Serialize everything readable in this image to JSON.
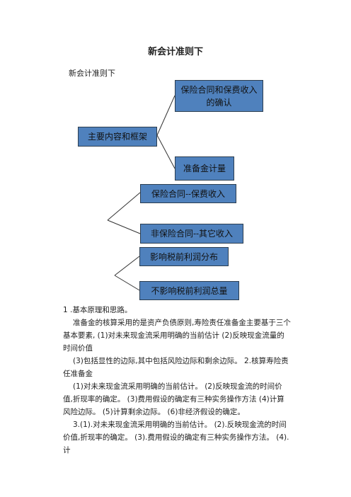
{
  "doc": {
    "title": "新会计准则下",
    "subtitle": "新会计准则下"
  },
  "diagram": {
    "main_node": "主要内容和框架",
    "branch_top": "保险合同和保费收入的确认",
    "branch_bottom": "准备金计量",
    "group2_top": "保险合同--保费收入",
    "group2_bottom": "非保险合同--其它收入",
    "group3_top": "影响税前利润分布",
    "group3_bottom": "不影响税前利润总量"
  },
  "body": {
    "p1": "1 .基本原理和思路。",
    "p2": "准备金的核算采用的是资产负债原则,寿险责任准备金主要基于三个基本要素, (1)对未来现金流采用明确的当前估计 (2)反映现金流量的时间价值",
    "p3": "(3)包括显性的边际,其中包括风险边际和剩余边际。 2.核算寿险责任准备金",
    "p4": "(1)对未来现金流采用明确的当前估计。 (2)反映现金流的时间价值,折现率的确定。 (3)费用假设的确定有三种实务操作方法 (4)计算风险边际。 (5)计算剩余边际。 (6)非经济假设的确定。",
    "p5": "3.(1).对未来现金流采用明确的当前估计。 (2).反映现金流的时间价值,折现率的确定。 (3).费用假设的确定有三种实务操作方法。 (4).计"
  }
}
